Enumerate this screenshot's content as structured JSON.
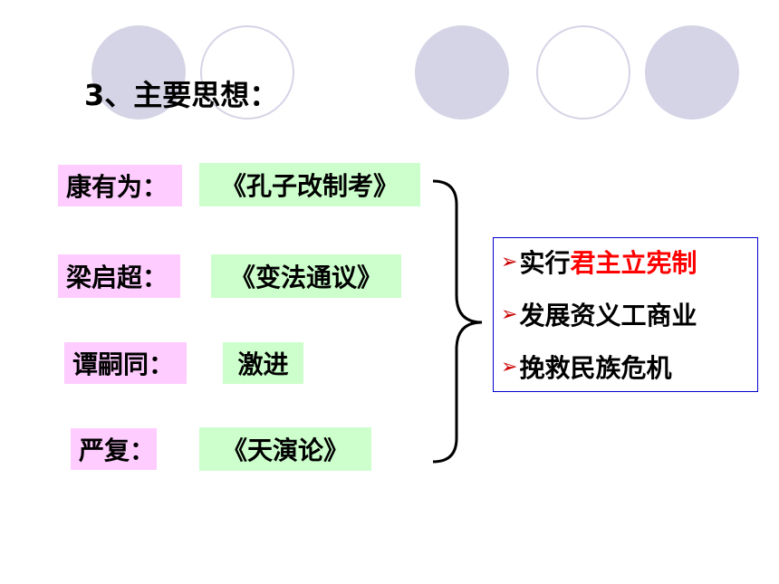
{
  "title": "3、主要思想：",
  "people": [
    {
      "name": "康有为：",
      "work": "《孔子改制考》"
    },
    {
      "name": "梁启超：",
      "work": "《变法通议》"
    },
    {
      "name": "谭嗣同：",
      "work": "激进"
    },
    {
      "name": "严复：",
      "work": "《天演论》"
    }
  ],
  "ideas": {
    "bullet": "➢",
    "item1_prefix": "实行",
    "item1_highlight": "君主立宪制",
    "item2": "发展资义工商业",
    "item3": "挽救民族危机"
  },
  "colors": {
    "circle": "#d4d4e6",
    "label_bg": "#ffccff",
    "work_bg": "#ccffcc",
    "highlight": "#ff0000",
    "box_border": "#0000cc"
  }
}
